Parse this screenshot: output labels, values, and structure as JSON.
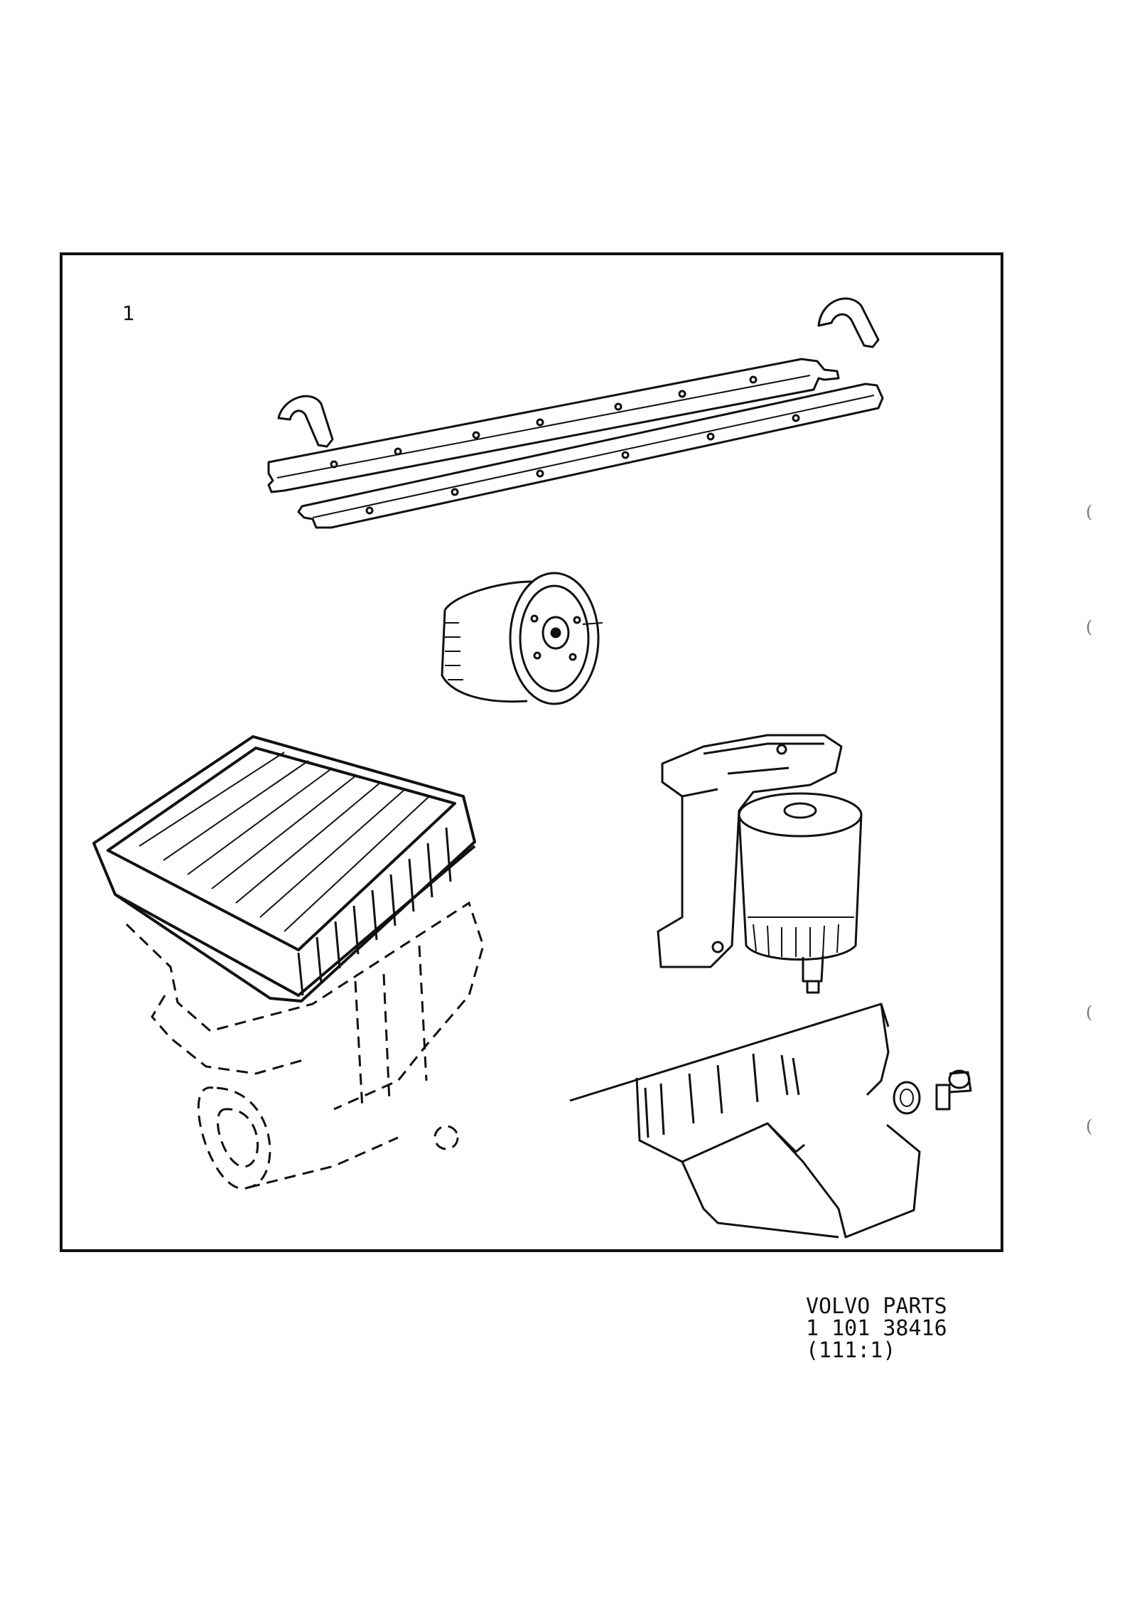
{
  "figure": {
    "item_number": "1",
    "caption": {
      "line1": "VOLVO PARTS",
      "line2": "1 101 38416",
      "line3": "(111:1)"
    },
    "margin_marks": [
      "(",
      "(",
      "(",
      "("
    ]
  },
  "colors": {
    "ink": "#111111",
    "paper": "#ffffff",
    "faint": "#777777"
  }
}
